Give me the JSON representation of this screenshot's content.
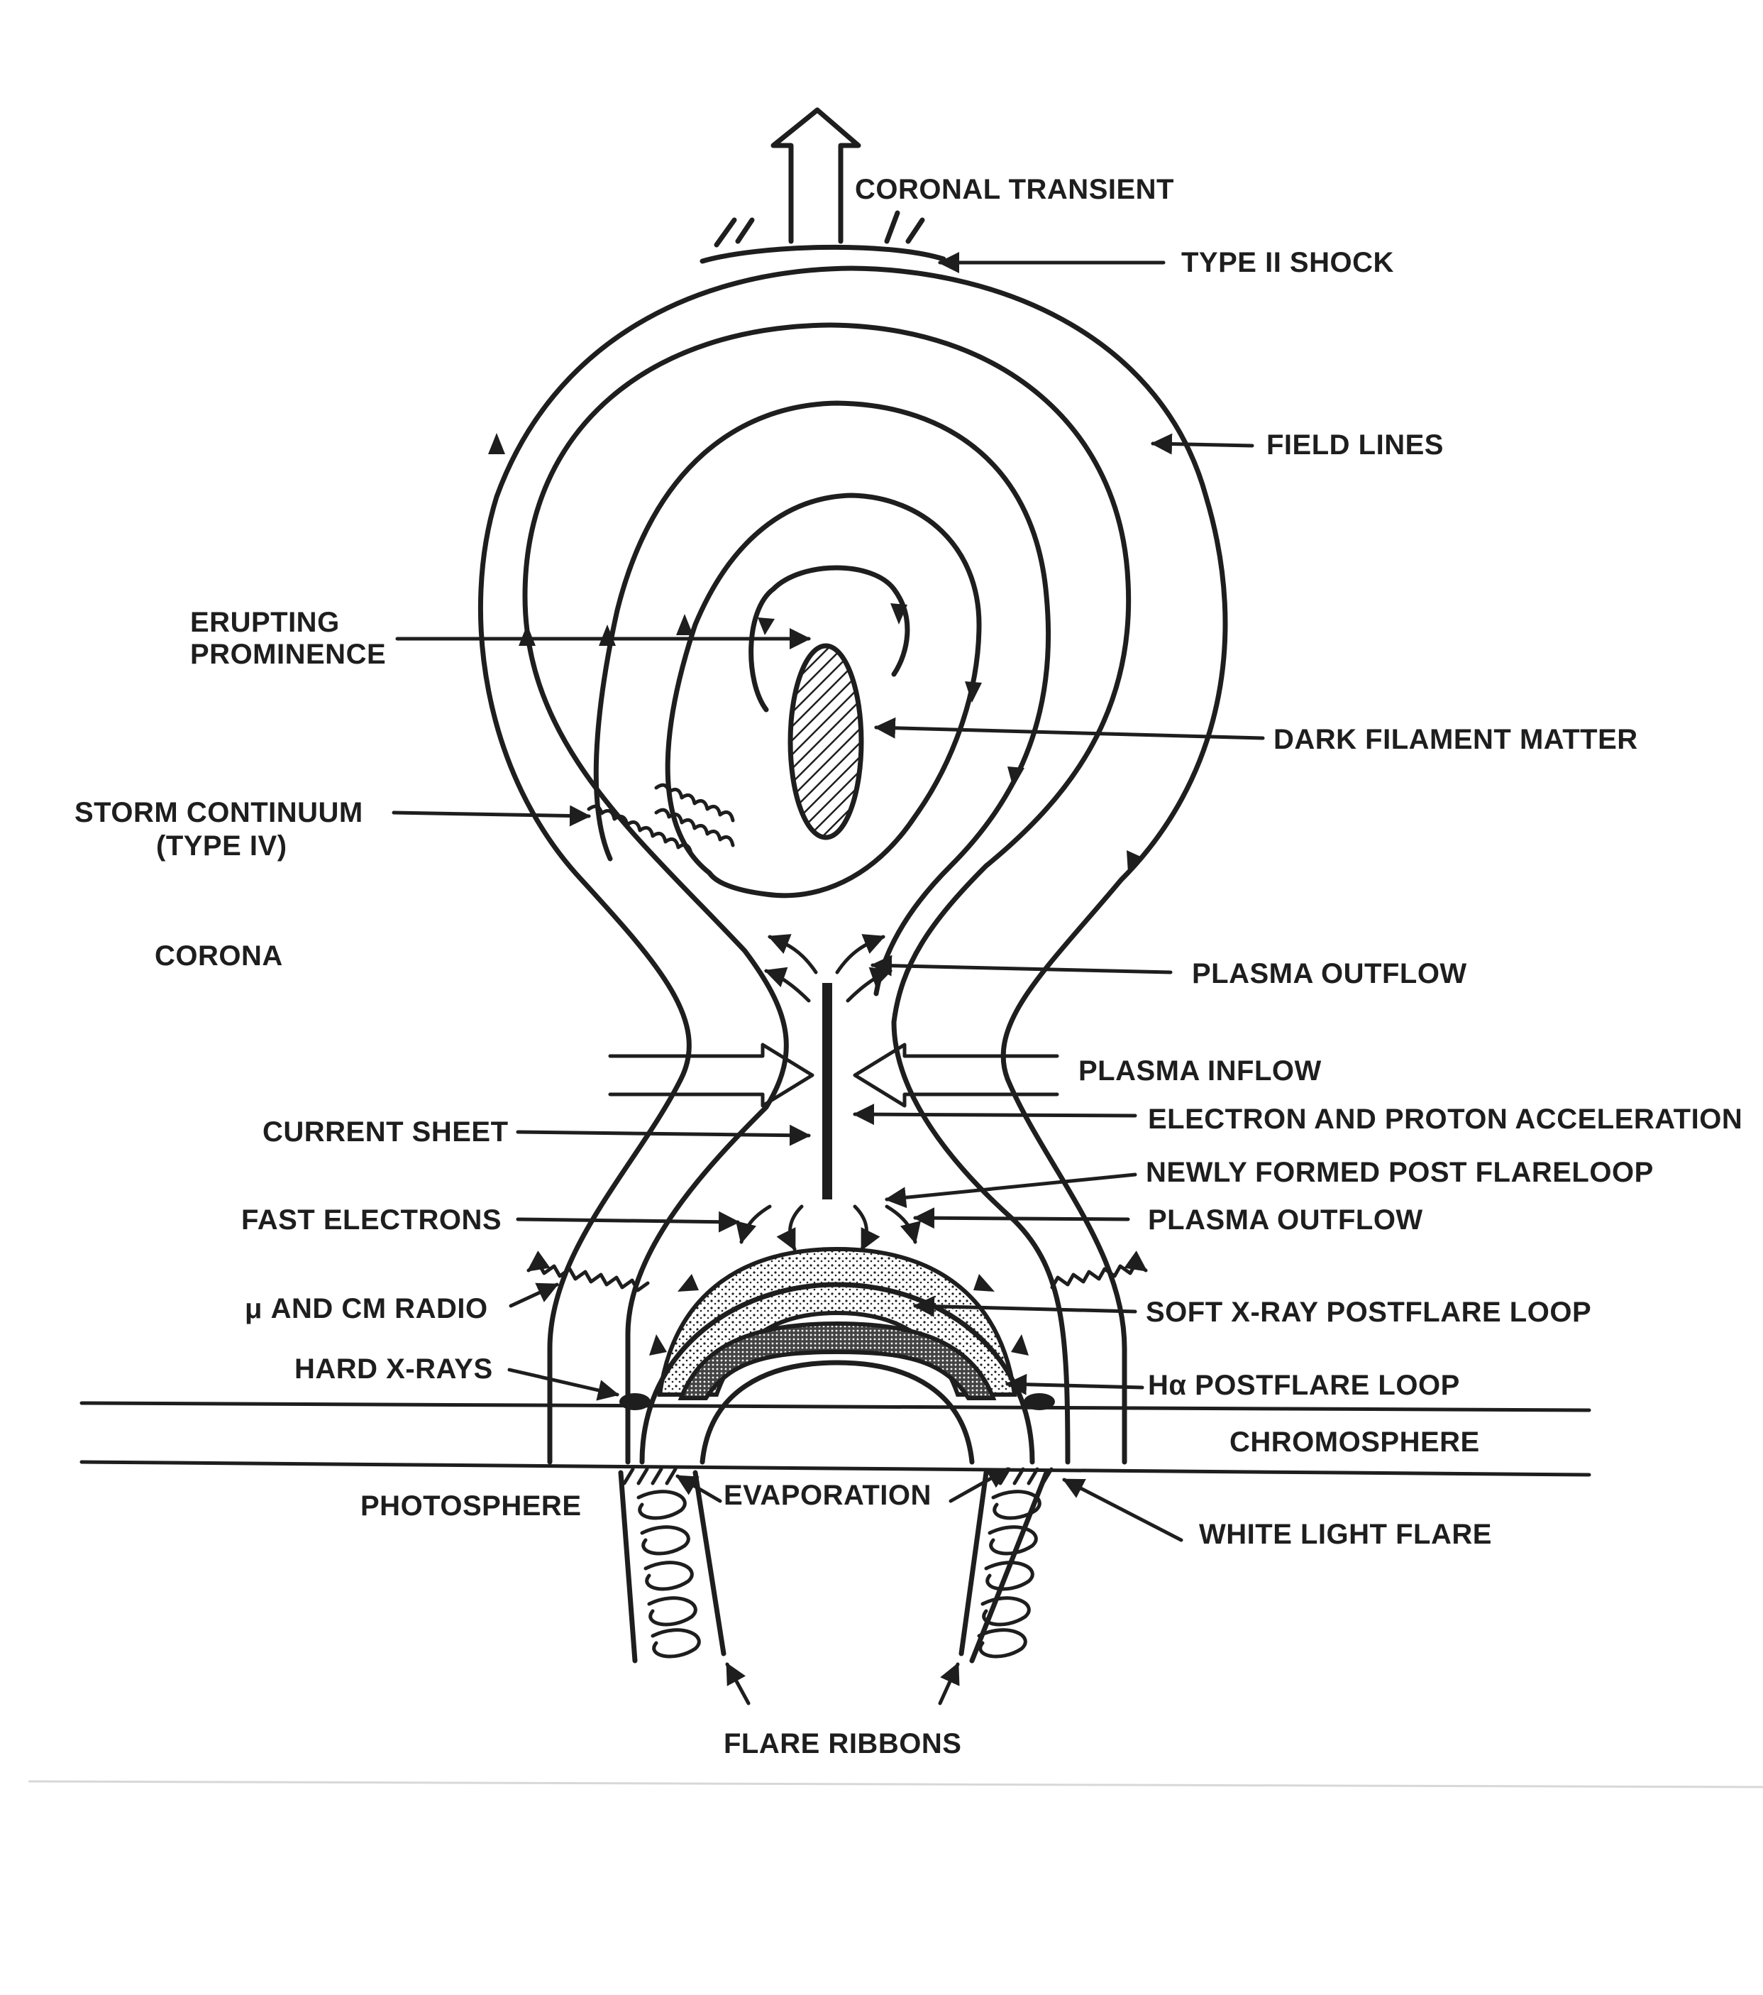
{
  "labels": {
    "coronal_transient": "CORONAL TRANSIENT",
    "type_ii_shock": "TYPE II SHOCK",
    "field_lines": "FIELD LINES",
    "erupting_1": "ERUPTING",
    "erupting_2": "PROMINENCE",
    "dark_filament": "DARK FILAMENT MATTER",
    "storm_1": "STORM CONTINUUM",
    "storm_2": "(TYPE IV)",
    "corona": "CORONA",
    "plasma_outflow_top": "PLASMA OUTFLOW",
    "plasma_inflow": "PLASMA INFLOW",
    "current_sheet": "CURRENT SHEET",
    "electron_proton": "ELECTRON AND PROTON ACCELERATION",
    "newly_formed": "NEWLY FORMED POST FLARELOOP",
    "fast_electrons": "FAST ELECTRONS",
    "plasma_outflow_bottom": "PLASMA OUTFLOW",
    "mu_cm_radio": "μ AND CM RADIO",
    "soft_xray": "SOFT X-RAY POSTFLARE LOOP",
    "hard_xrays": "HARD X-RAYS",
    "ha_postflare": "Hα POSTFLARE LOOP",
    "chromosphere": "CHROMOSPHERE",
    "photosphere": "PHOTOSPHERE",
    "evaporation": "EVAPORATION",
    "white_light": "WHITE LIGHT FLARE",
    "flare_ribbons": "FLARE RIBBONS"
  }
}
